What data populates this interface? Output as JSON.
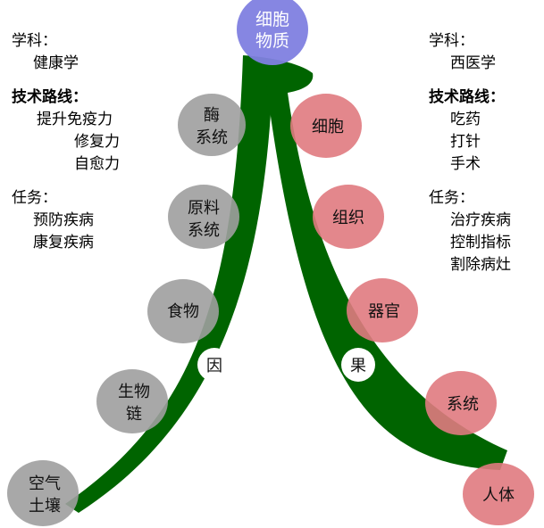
{
  "top_node": {
    "line1": "细胞",
    "line2": "物质"
  },
  "left_nodes": [
    {
      "line1": "酶",
      "line2": "系统"
    },
    {
      "line1": "原料",
      "line2": "系统"
    },
    {
      "line1": "食物",
      "line2": ""
    },
    {
      "line1": "生物",
      "line2": "链"
    },
    {
      "line1": "空气",
      "line2": "土壤"
    }
  ],
  "right_nodes": [
    {
      "line1": "细胞",
      "line2": ""
    },
    {
      "line1": "组织",
      "line2": ""
    },
    {
      "line1": "器官",
      "line2": ""
    },
    {
      "line1": "系统",
      "line2": ""
    },
    {
      "line1": "人体",
      "line2": ""
    }
  ],
  "badges": {
    "cause": "因",
    "effect": "果"
  },
  "left_panel": {
    "subject_label": "学科：",
    "subject_value": "健康学",
    "route_label": "技术路线：",
    "routes": [
      "提升免疫力",
      "修复力",
      "自愈力"
    ],
    "task_label": "任务：",
    "tasks": [
      "预防疾病",
      "康复疾病"
    ]
  },
  "right_panel": {
    "subject_label": "学科：",
    "subject_value": "西医学",
    "route_label": "技术路线：",
    "routes": [
      "吃药",
      "打针",
      "手术"
    ],
    "task_label": "任务：",
    "tasks": [
      "治疗疾病",
      "控制指标",
      "割除病灶"
    ]
  },
  "colors": {
    "path": "#006400",
    "left_node": "#9e9e9e",
    "right_node": "#e07a80",
    "top_node": "#8080e0",
    "badge": "#ffffff"
  }
}
